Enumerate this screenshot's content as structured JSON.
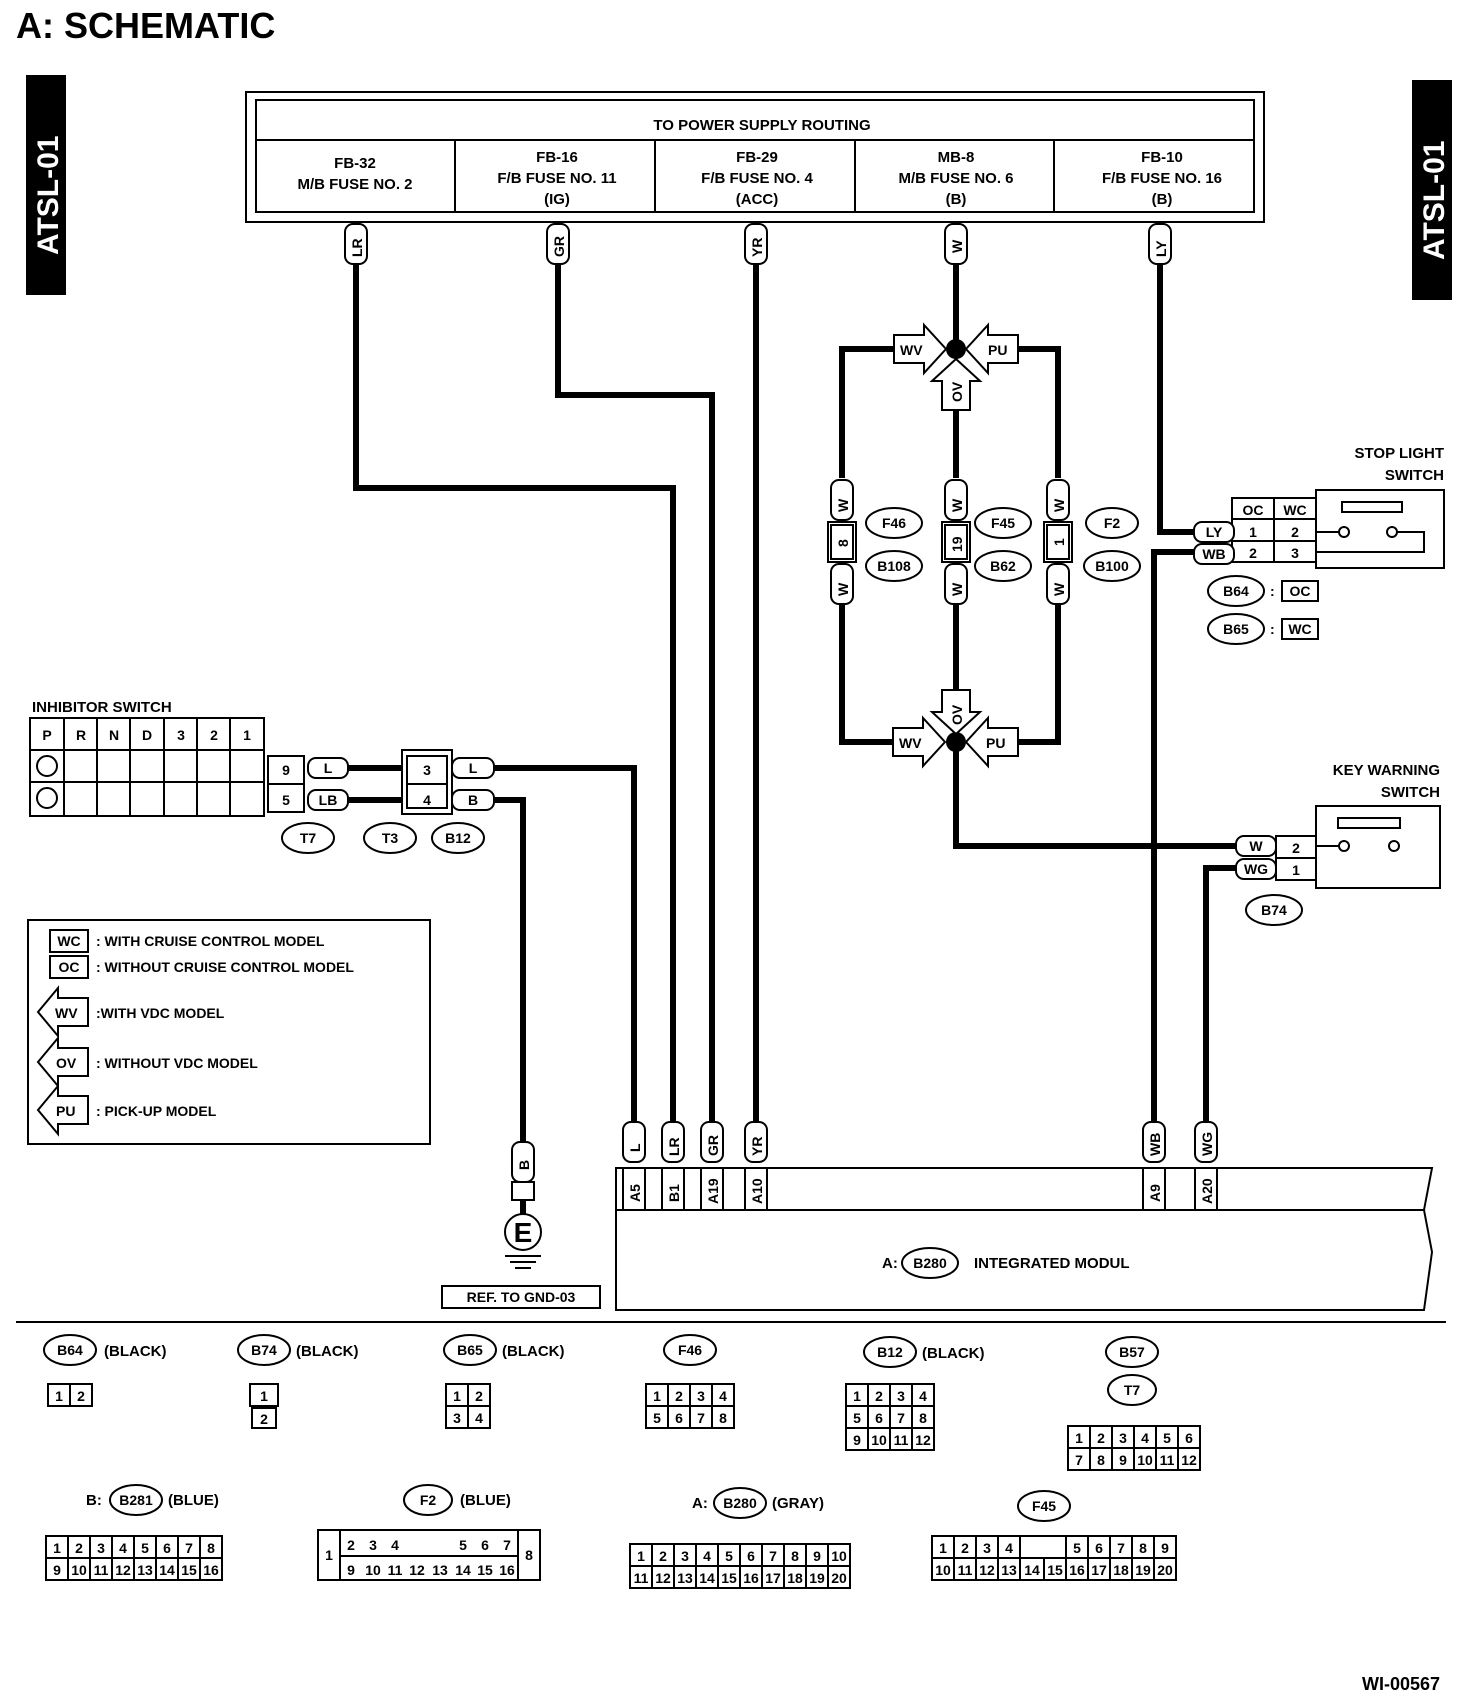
{
  "page": {
    "title": "A:  SCHEMATIC",
    "side_tag_left": "ATSL-01",
    "side_tag_right": "ATSL-01",
    "figure_id": "WI-00567"
  },
  "power": {
    "header": "TO POWER SUPPLY ROUTING",
    "fuses": [
      {
        "l1": "FB-32",
        "l2": "M/B FUSE NO. 2",
        "l3": ""
      },
      {
        "l1": "FB-16",
        "l2": "F/B FUSE NO. 11",
        "l3": "(IG)"
      },
      {
        "l1": "FB-29",
        "l2": "F/B FUSE NO. 4",
        "l3": "(ACC)"
      },
      {
        "l1": "MB-8",
        "l2": "M/B FUSE NO. 6",
        "l3": "(B)"
      },
      {
        "l1": "FB-10",
        "l2": "F/B FUSE NO. 16",
        "l3": "(B)"
      }
    ],
    "wire_colors": [
      "LR",
      "GR",
      "YR",
      "W",
      "LY"
    ]
  },
  "branch": {
    "top": [
      "WV",
      "PU",
      "OV"
    ],
    "bottom": [
      "WV",
      "PU",
      "OV"
    ],
    "wire": "W",
    "connectors": [
      {
        "pin": "8",
        "a": "F46",
        "b": "B108"
      },
      {
        "pin": "19",
        "a": "F45",
        "b": "B62"
      },
      {
        "pin": "1",
        "a": "F2",
        "b": "B100"
      }
    ]
  },
  "stop_light": {
    "title1": "STOP LIGHT",
    "title2": "SWITCH",
    "col_oc": "OC",
    "col_wc": "WC",
    "rows": [
      {
        "wire": "LY",
        "oc": "1",
        "wc": "2"
      },
      {
        "wire": "WB",
        "oc": "2",
        "wc": "3"
      }
    ],
    "conn1": "B64",
    "conn1_tag": "OC",
    "conn2": "B65",
    "conn2_tag": "WC",
    "colon": ":"
  },
  "key_warning": {
    "title1": "KEY WARNING",
    "title2": "SWITCH",
    "rows": [
      {
        "wire": "W",
        "pin": "2"
      },
      {
        "wire": "WG",
        "pin": "1"
      }
    ],
    "conn": "B74"
  },
  "inhibitor": {
    "title": "INHIBITOR SWITCH",
    "positions": [
      "P",
      "R",
      "N",
      "D",
      "3",
      "2",
      "1"
    ],
    "pins": [
      {
        "pin": "9",
        "wire": "L",
        "pin2": "3",
        "wire2": "L"
      },
      {
        "pin": "5",
        "wire": "LB",
        "pin2": "4",
        "wire2": "B"
      }
    ],
    "conns": [
      "T7",
      "T3",
      "B12"
    ]
  },
  "ground": {
    "wire": "B",
    "symbol": "E",
    "ref": "REF. TO GND-03"
  },
  "legend": [
    {
      "tag": "WC",
      "text": ": WITH CRUISE CONTROL MODEL",
      "kind": "box"
    },
    {
      "tag": "OC",
      "text": ": WITHOUT CRUISE CONTROL MODEL",
      "kind": "box"
    },
    {
      "tag": "WV",
      "text": ":WITH VDC MODEL",
      "kind": "arrow"
    },
    {
      "tag": "OV",
      "text": ": WITHOUT VDC MODEL",
      "kind": "arrow"
    },
    {
      "tag": "PU",
      "text": ": PICK-UP MODEL",
      "kind": "arrow"
    }
  ],
  "module": {
    "prefix": "A:",
    "conn": "B280",
    "name": "INTEGRATED MODUL",
    "terminals": [
      {
        "wire": "L",
        "pin": "A5"
      },
      {
        "wire": "LR",
        "pin": "B1"
      },
      {
        "wire": "GR",
        "pin": "A19"
      },
      {
        "wire": "YR",
        "pin": "A10"
      },
      {
        "wire": "WB",
        "pin": "A9"
      },
      {
        "wire": "WG",
        "pin": "A20"
      }
    ]
  },
  "connector_views": {
    "b64": {
      "id": "B64",
      "color": "(BLACK)"
    },
    "b74": {
      "id": "B74",
      "color": "(BLACK)"
    },
    "b65": {
      "id": "B65",
      "color": "(BLACK)"
    },
    "f46": {
      "id": "F46"
    },
    "b12": {
      "id": "B12",
      "color": "(BLACK)"
    },
    "b57": {
      "id": "B57",
      "id2": "T7"
    },
    "b281": {
      "prefix": "B:",
      "id": "B281",
      "color": "(BLUE)"
    },
    "f2": {
      "id": "F2",
      "color": "(BLUE)"
    },
    "b280": {
      "prefix": "A:",
      "id": "B280",
      "color": "(GRAY)"
    },
    "f45": {
      "id": "F45"
    }
  }
}
